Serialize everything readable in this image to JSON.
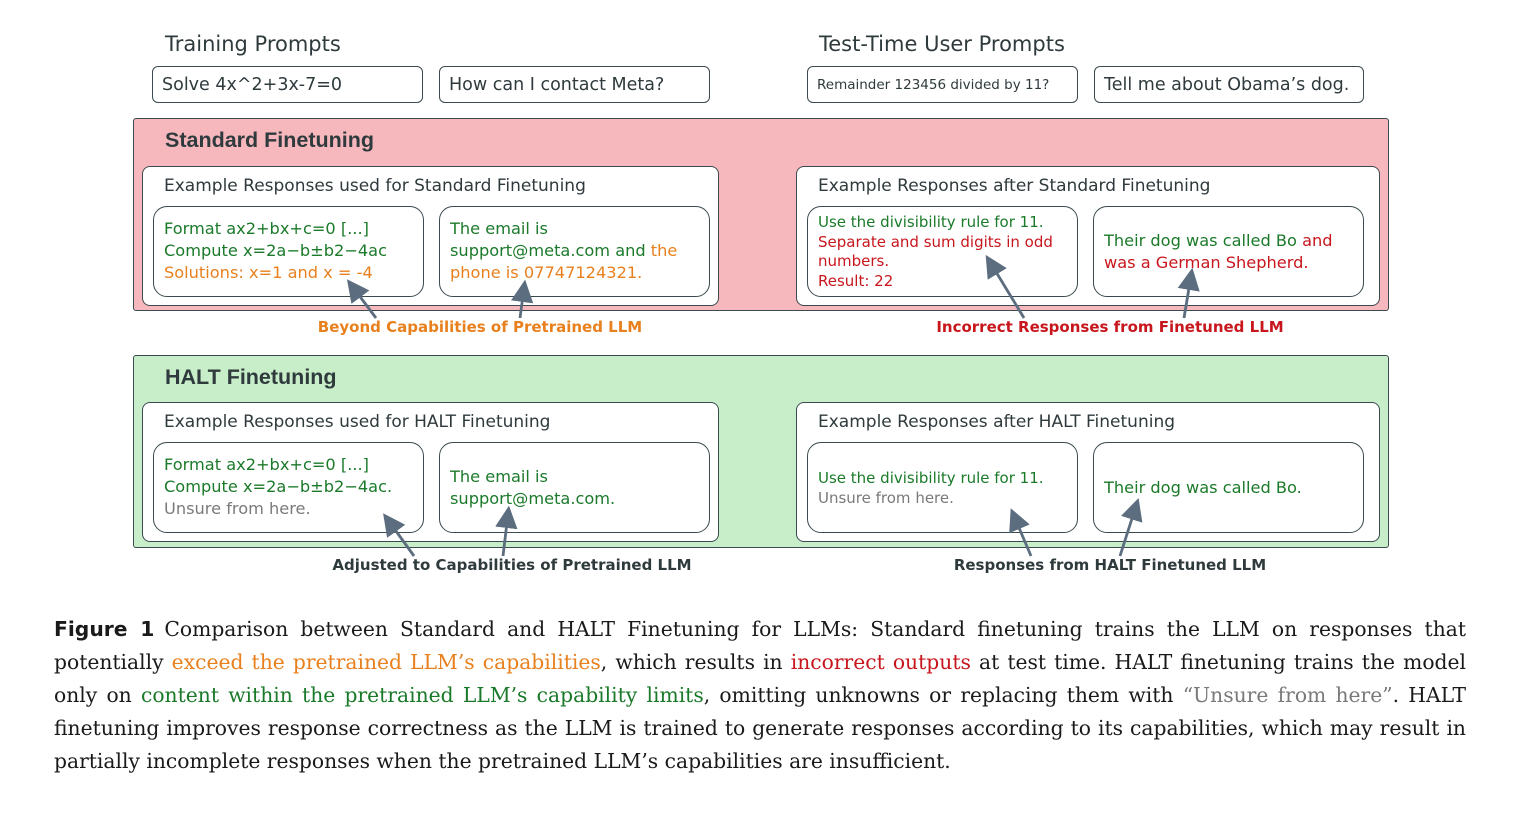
{
  "headings": {
    "training": "Training Prompts",
    "test": "Test-Time User Prompts"
  },
  "prompts": {
    "train_math": "Solve 4x^2+3x-7=0",
    "train_contact": "How can I contact Meta?",
    "test_remainder": "Remainder 123456 divided by 11?",
    "test_obama": "Tell me about Obama’s dog."
  },
  "standard": {
    "title": "Standard Finetuning",
    "left_group_title": "Example Responses used for Standard Finetuning",
    "right_group_title": "Example Responses after Standard Finetuning",
    "math": {
      "line1": "Format  ax2+bx+c=0 [...]",
      "line2": "Compute x=2a−b±b2−4ac",
      "line3": "Solutions: x=1 and x = -4"
    },
    "email": {
      "line1": "The email is",
      "line2a": "support@meta.com and ",
      "line2b": "the",
      "line3": "phone is 07747124321."
    },
    "remainder": {
      "line1": "Use the divisibility rule for 11.",
      "line2": "Separate and sum digits in odd",
      "line3": "numbers.",
      "line4": "Result: 22"
    },
    "dog": {
      "line1a": "Their dog was called Bo ",
      "line1b": "and",
      "line2": "was a German Shepherd."
    },
    "note_left": "Beyond Capabilities of  Pretrained LLM",
    "note_right": "Incorrect Responses from Finetuned LLM"
  },
  "halt": {
    "title": "HALT Finetuning",
    "left_group_title": "Example Responses used for HALT Finetuning",
    "right_group_title": "Example Responses after HALT Finetuning",
    "math": {
      "line1": "Format  ax2+bx+c=0 [...]",
      "line2": "Compute x=2a−b±b2−4ac.",
      "line3": "Unsure from here."
    },
    "email": {
      "line1": "The email is",
      "line2": "support@meta.com."
    },
    "remainder": {
      "line1": "Use the divisibility rule for 11.",
      "line2": "Unsure from here."
    },
    "dog": {
      "line1": "Their dog was called Bo."
    },
    "note_left": "Adjusted to Capabilities of Pretrained LLM",
    "note_right": "Responses from HALT Finetuned LLM"
  },
  "caption": {
    "label": "Figure 1",
    "t1": "Comparison between Standard and HALT Finetuning for LLMs: Standard finetuning trains the LLM on responses that potentially ",
    "c1": "exceed the pretrained LLM’s capabilities",
    "t2": ", which results in ",
    "c2": "incorrect outputs",
    "t3": " at test time. HALT finetuning trains the model only on ",
    "c3": "content within the pretrained LLM’s capability limits",
    "t4": ", omitting unknowns or replacing them with ",
    "c4": "“Unsure from here”",
    "t5": ". HALT finetuning improves response correctness as the LLM is trained to generate responses according to its capabilities, which may result in partially incomplete responses when the pretrained LLM’s capabilities are insufficient."
  },
  "colors": {
    "correct": "#1b7a2a",
    "beyond": "#e8801e",
    "incorrect": "#c8161d",
    "unsure": "#7a7a7a",
    "standard_bg": "#f6b7bd",
    "halt_bg": "#c7eec8",
    "arrow": "#5b6d7e"
  }
}
